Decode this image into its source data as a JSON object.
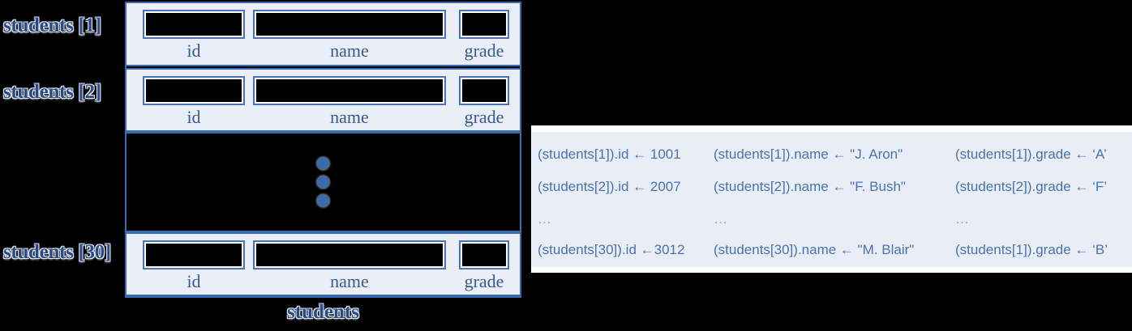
{
  "diagram": {
    "array_name": "students",
    "field_captions": {
      "id": "id",
      "name": "name",
      "grade": "grade"
    },
    "rows": [
      {
        "label": "students [1]",
        "index": "1"
      },
      {
        "label": "students [2]",
        "index": "2"
      },
      {
        "label": "students [30]",
        "index": "30"
      }
    ],
    "ellipsis_marker": "vertical-three-dots",
    "colors": {
      "background": "#000000",
      "border_blue": "#3a6ab0",
      "cell_fill": "#000000",
      "row_fill": "#eaeef7",
      "label_blue": "#2a4a86",
      "caption_blue": "#3a5a8c"
    }
  },
  "assignments": {
    "panel_background": "#e9edf6",
    "text_color": "#4a73ad",
    "columns": [
      {
        "field": "id",
        "lines": [
          "(students[1]).id ← 1001",
          "(students[2]).id ← 2007",
          "…",
          "(students[30]).id ←3012"
        ]
      },
      {
        "field": "name",
        "lines": [
          "(students[1]).name ← \"J. Aron\"",
          "(students[2]).name ← \"F. Bush\"",
          "…",
          "(students[30]).name ← \"M. Blair\""
        ]
      },
      {
        "field": "grade",
        "lines": [
          "(students[1]).grade ← ‘A’",
          "(students[2]).grade ← ‘F’",
          "…",
          "(students[1]).grade ← ‘B’"
        ]
      }
    ]
  }
}
